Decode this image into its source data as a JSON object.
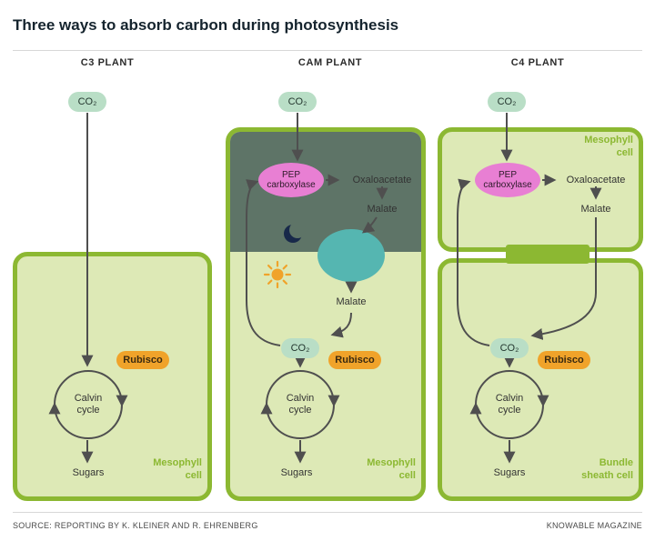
{
  "title": "Three ways to absorb carbon during photosynthesis",
  "panels": {
    "c3": {
      "header": "C3 PLANT",
      "co2_top": "CO₂",
      "rubisco": "Rubisco",
      "calvin_cycle": "Calvin cycle",
      "sugars": "Sugars",
      "cell_label": "Mesophyll cell"
    },
    "cam": {
      "header": "CAM PLANT",
      "co2_top": "CO₂",
      "pep": "PEP carboxylase",
      "oxaloacetate": "Oxaloacetate",
      "malate_upper": "Malate",
      "malate_lower": "Malate",
      "co2_inner": "CO₂",
      "rubisco": "Rubisco",
      "calvin_cycle": "Calvin cycle",
      "sugars": "Sugars",
      "cell_label": "Mesophyll cell",
      "icons": {
        "night": "moon-icon",
        "day": "sun-icon",
        "storage": "vacuole-blob"
      }
    },
    "c4": {
      "header": "C4 PLANT",
      "co2_top": "CO₂",
      "pep": "PEP carboxylase",
      "oxaloacetate": "Oxaloacetate",
      "malate": "Malate",
      "mesophyll_label": "Mesophyll cell",
      "co2_inner": "CO₂",
      "rubisco": "Rubisco",
      "calvin_cycle": "Calvin cycle",
      "sugars": "Sugars",
      "bundle_label": "Bundle sheath cell"
    }
  },
  "footer": {
    "source": "SOURCE: REPORTING BY K. KLEINER AND R. EHRENBERG",
    "credit": "KNOWABLE MAGAZINE"
  },
  "colors": {
    "cell_fill": "#dde9b6",
    "cell_border": "#8cb832",
    "night_fill": "#5e7467",
    "co2_pill": "#b9dec6",
    "pep_pill": "#e87fd3",
    "rubisco_pill": "#f0a32a",
    "vacuole": "#55b6b1",
    "arrow": "#4f4f4f",
    "green_label": "#8cb832",
    "sun": "#f0a32a",
    "moon": "#18294a"
  }
}
